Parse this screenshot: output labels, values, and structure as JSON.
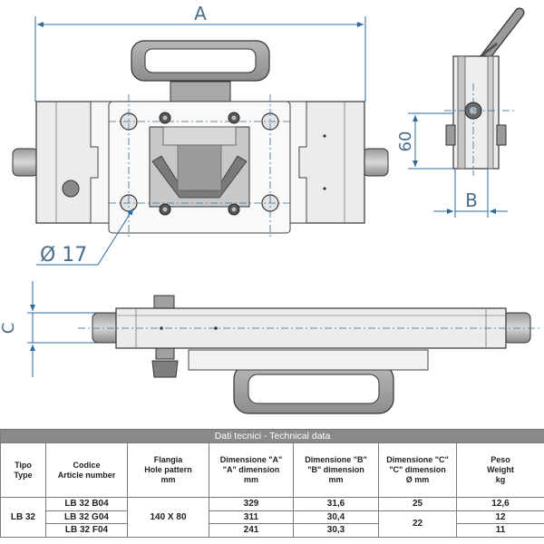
{
  "drawing": {
    "dim_a": "A",
    "dim_b": "B",
    "dim_c": "C",
    "dim_60": "60",
    "dim_phi": "Ø 17"
  },
  "table": {
    "title": "Dati tecnici - Technical data",
    "headers": [
      {
        "it": "Tipo",
        "en": "Type",
        "unit": ""
      },
      {
        "it": "Codice",
        "en": "Article number",
        "unit": ""
      },
      {
        "it": "Flangia",
        "en": "Hole pattern",
        "unit": "mm"
      },
      {
        "it": "Dimensione \"A\"",
        "en": "\"A\" dimension",
        "unit": "mm"
      },
      {
        "it": "Dimensione \"B\"",
        "en": "\"B\" dimension",
        "unit": "mm"
      },
      {
        "it": "Dimensione \"C\"",
        "en": "\"C\" dimension",
        "unit": "Ø mm"
      },
      {
        "it": "Peso",
        "en": "Weight",
        "unit": "kg"
      }
    ],
    "type": "LB 32",
    "flange": "140 X 80",
    "rows": [
      {
        "code": "LB 32 B04",
        "a": "329",
        "b": "31,6",
        "c": "25",
        "weight": "12,6"
      },
      {
        "code": "LB 32 G04",
        "a": "311",
        "b": "30,4",
        "c": "22",
        "weight": "12"
      },
      {
        "code": "LB 32 F04",
        "a": "241",
        "b": "30,3",
        "c": "",
        "weight": "11"
      }
    ]
  }
}
